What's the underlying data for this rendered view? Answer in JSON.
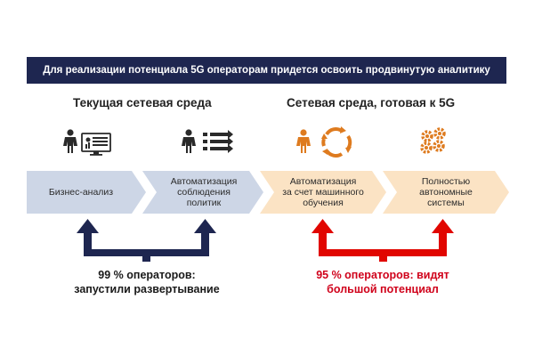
{
  "banner": {
    "text": "Для реализации потенциала 5G операторам придется освоить продвинутую аналитику"
  },
  "sections": {
    "current": {
      "title": "Текущая сетевая среда"
    },
    "future": {
      "title": "Сетевая среда, готовая к 5G"
    }
  },
  "steps": [
    {
      "label": "Бизнес-анализ"
    },
    {
      "label": "Автоматизация\nсоблюдения\nполитик"
    },
    {
      "label": "Автоматизация\nза счет машинного\nобучения"
    },
    {
      "label": "Полностью\nавтономные\nсистемы"
    }
  ],
  "captions": {
    "left": {
      "text": "99 % операторов:\nзапустили развертывание"
    },
    "right": {
      "text": "95 % операторов: видят\nбольшой потенциал"
    }
  },
  "icons": [
    "person-icon",
    "dashboard-icon",
    "person-icon",
    "list-icon",
    "person-icon",
    "cycle-arrows-icon",
    "gears-icon"
  ],
  "colors": {
    "banner": "#1e2650",
    "step_blue": "#cdd6e6",
    "step_peach": "#fbe3c4",
    "icon_dark": "#2a2a2a",
    "icon_orange": "#de7b1f",
    "arrow_navy": "#1e2650",
    "arrow_red": "#e10600",
    "caption_left": "#1a1a1a",
    "caption_right": "#d0021b"
  }
}
